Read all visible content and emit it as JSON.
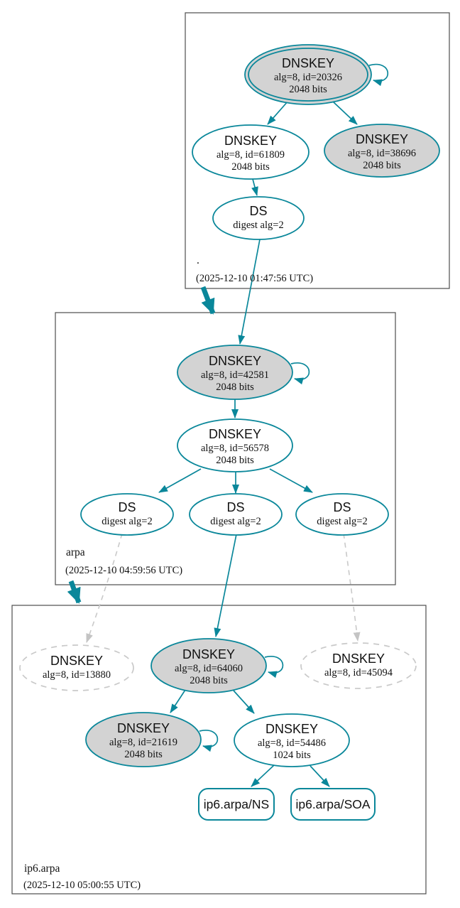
{
  "colors": {
    "secure_teal": "#0a879a",
    "sep_key_fill": "#d3d3d3",
    "insecure_dashed_gray": "#c9c9c9",
    "zone_border": "#4d4d4d",
    "text": "#111111"
  },
  "zones": [
    {
      "name": ".",
      "timestamp": "(2025-12-10 01:47:56 UTC)"
    },
    {
      "name": "arpa",
      "timestamp": "(2025-12-10 04:59:56 UTC)"
    },
    {
      "name": "ip6.arpa",
      "timestamp": "(2025-12-10 05:00:55 UTC)"
    }
  ],
  "nodes": {
    "ksk_root": {
      "title": "DNSKEY",
      "alg_id": "alg=8, id=20326",
      "bits": "2048 bits"
    },
    "zsk_root": {
      "title": "DNSKEY",
      "alg_id": "alg=8, id=61809",
      "bits": "2048 bits"
    },
    "key_root_38696": {
      "title": "DNSKEY",
      "alg_id": "alg=8, id=38696",
      "bits": "2048 bits"
    },
    "ds_root": {
      "title": "DS",
      "digest": "digest alg=2"
    },
    "ksk_arpa": {
      "title": "DNSKEY",
      "alg_id": "alg=8, id=42581",
      "bits": "2048 bits"
    },
    "zsk_arpa": {
      "title": "DNSKEY",
      "alg_id": "alg=8, id=56578",
      "bits": "2048 bits"
    },
    "ds_arpa_left": {
      "title": "DS",
      "digest": "digest alg=2"
    },
    "ds_arpa_mid": {
      "title": "DS",
      "digest": "digest alg=2"
    },
    "ds_arpa_right": {
      "title": "DS",
      "digest": "digest alg=2"
    },
    "key_ip6_13880": {
      "title": "DNSKEY",
      "alg_id": "alg=8, id=13880"
    },
    "ksk_ip6": {
      "title": "DNSKEY",
      "alg_id": "alg=8, id=64060",
      "bits": "2048 bits"
    },
    "key_ip6_45094": {
      "title": "DNSKEY",
      "alg_id": "alg=8, id=45094"
    },
    "key_ip6_21619": {
      "title": "DNSKEY",
      "alg_id": "alg=8, id=21619",
      "bits": "2048 bits"
    },
    "zsk_ip6": {
      "title": "DNSKEY",
      "alg_id": "alg=8, id=54486",
      "bits": "1024 bits"
    },
    "rrset_ns": {
      "label": "ip6.arpa/NS"
    },
    "rrset_soa": {
      "label": "ip6.arpa/SOA"
    }
  }
}
